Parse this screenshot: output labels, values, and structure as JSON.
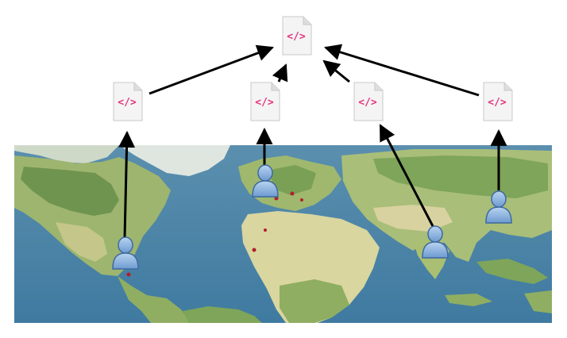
{
  "diagram": {
    "nodes": [
      {
        "id": "root-file",
        "kind": "code-file",
        "label": "</>"
      },
      {
        "id": "file-americas",
        "kind": "code-file",
        "label": "</>"
      },
      {
        "id": "file-europe",
        "kind": "code-file",
        "label": "</>"
      },
      {
        "id": "file-india",
        "kind": "code-file",
        "label": "</>"
      },
      {
        "id": "file-east-asia",
        "kind": "code-file",
        "label": "</>"
      },
      {
        "id": "user-americas",
        "kind": "person"
      },
      {
        "id": "user-europe",
        "kind": "person"
      },
      {
        "id": "user-india",
        "kind": "person"
      },
      {
        "id": "user-east-asia",
        "kind": "person"
      }
    ],
    "edges": [
      {
        "from": "user-americas",
        "to": "file-americas"
      },
      {
        "from": "user-europe",
        "to": "file-europe"
      },
      {
        "from": "user-india",
        "to": "file-india"
      },
      {
        "from": "user-east-asia",
        "to": "file-east-asia"
      },
      {
        "from": "file-americas",
        "to": "root-file"
      },
      {
        "from": "file-europe",
        "to": "root-file"
      },
      {
        "from": "file-india",
        "to": "root-file"
      },
      {
        "from": "file-east-asia",
        "to": "root-file"
      }
    ],
    "background": {
      "kind": "world-map-photo"
    },
    "colors": {
      "ocean": "#4f86a8",
      "land": "#b8c184",
      "forest": "#6f944f",
      "ice": "#dde4dc",
      "code": "#e2357f",
      "arrow": "#000000",
      "person": "#8fb6e0"
    }
  }
}
